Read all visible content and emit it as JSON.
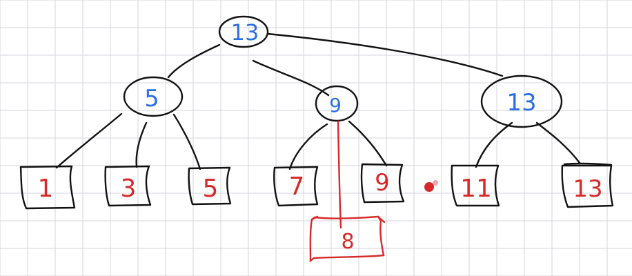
{
  "colors": {
    "background": "#ffffff",
    "grid": "#d4d6dc",
    "ink_black": "#111111",
    "ink_blue": "#2d6fe0",
    "ink_red": "#d62a2a"
  },
  "tree": {
    "root": {
      "label": "13"
    },
    "internal": [
      {
        "id": "left",
        "label": "5"
      },
      {
        "id": "middle",
        "label": "9"
      },
      {
        "id": "right",
        "label": "13"
      }
    ],
    "leaves": [
      {
        "id": "leaf-1",
        "label": "1"
      },
      {
        "id": "leaf-3",
        "label": "3"
      },
      {
        "id": "leaf-5",
        "label": "5"
      },
      {
        "id": "leaf-7",
        "label": "7"
      },
      {
        "id": "leaf-9",
        "label": "9"
      },
      {
        "id": "leaf-11",
        "label": "11"
      },
      {
        "id": "leaf-13",
        "label": "13"
      }
    ],
    "inserted": {
      "label": "8"
    }
  }
}
